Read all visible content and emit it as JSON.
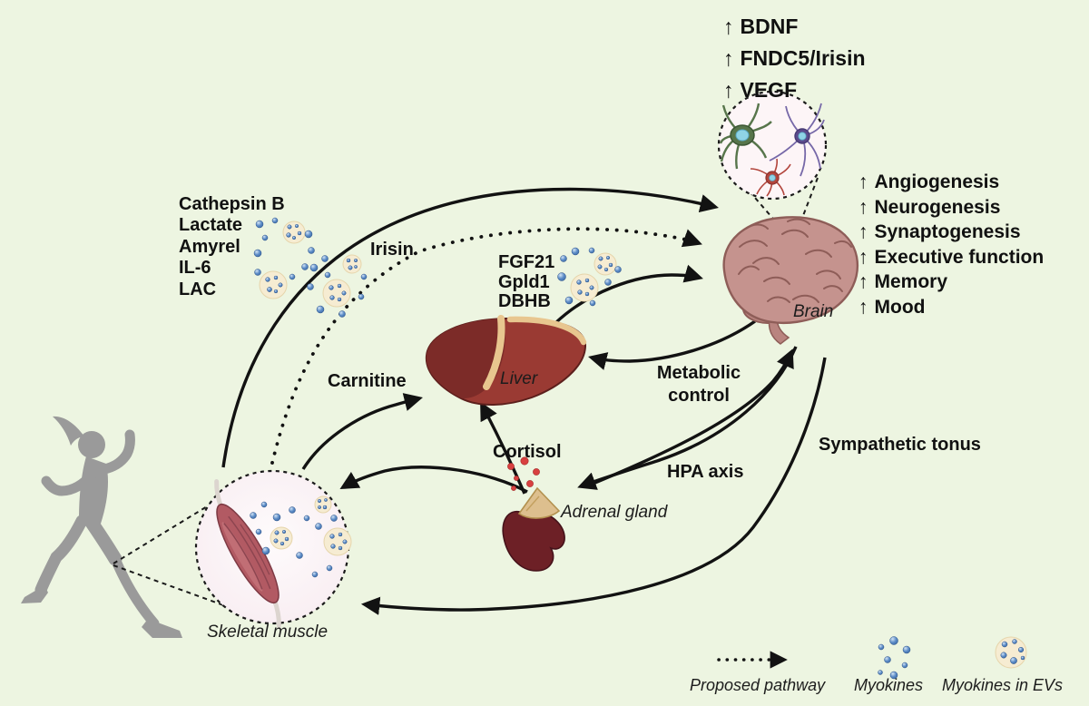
{
  "colors": {
    "background": "#edf5e1",
    "arrow_black": "#121212",
    "myokine_blue": "#4d7fc0",
    "ev_cream": "#f6ecd2",
    "cortisol_red": "#d84040",
    "brain_pink": "#c5938e",
    "liver_red": "#9a3a33",
    "adrenal_maroon": "#6d2026",
    "adrenal_cap_cream": "#ddbf8e",
    "runner_gray": "#9a9a9a",
    "muscle_fiber_red": "#b25a63"
  },
  "glyphs": {
    "up_arrow": "↑"
  },
  "brain_upregulated_factors": [
    "BDNF",
    "FNDC5/Irisin",
    "VEGF"
  ],
  "brain_effects": [
    "Angiogenesis",
    "Neurogenesis",
    "Synaptogenesis",
    "Executive function",
    "Memory",
    "Mood"
  ],
  "muscle_secreted_factors": [
    "Cathepsin B",
    "Lactate",
    "Amyrel",
    "IL-6",
    "LAC"
  ],
  "liver_secreted_factors": [
    "FGF21",
    "Gpld1",
    "DBHB"
  ],
  "pathway_labels": {
    "irisin": "Irisin",
    "carnitine": "Carnitine",
    "cortisol": "Cortisol",
    "metabolic_control_line1": "Metabolic",
    "metabolic_control_line2": "control",
    "hpa_axis": "HPA axis",
    "sympathetic_tonus": "Sympathetic tonus"
  },
  "organ_labels": {
    "brain": "Brain",
    "liver": "Liver",
    "adrenal_gland": "Adrenal gland",
    "skeletal_muscle": "Skeletal muscle"
  },
  "legend": {
    "proposed_pathway": "Proposed pathway",
    "myokines": "Myokines",
    "myokines_in_evs": "Myokines in EVs"
  }
}
